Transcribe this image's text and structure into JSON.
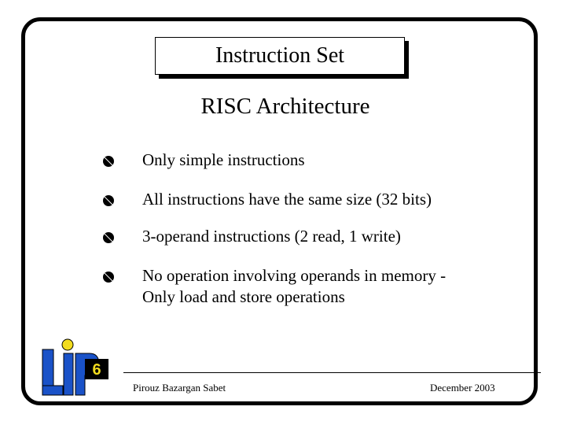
{
  "slide": {
    "title": "Instruction Set",
    "subtitle": "RISC Architecture",
    "bullets": [
      {
        "text": "Only simple instructions"
      },
      {
        "text": "All instructions have the same size (32 bits)"
      },
      {
        "text": "3-operand instructions (2 read, 1 write)"
      },
      {
        "text": "No operation involving operands in memory -\nOnly load and store operations"
      }
    ]
  },
  "footer": {
    "author": "Pirouz Bazargan Sabet",
    "date": "December 2003"
  },
  "logo": {
    "label": "LIP 6",
    "number": "6",
    "colors": {
      "blue": "#1a52c8",
      "yellow": "#f2dc1e",
      "dark": "#000000"
    }
  }
}
